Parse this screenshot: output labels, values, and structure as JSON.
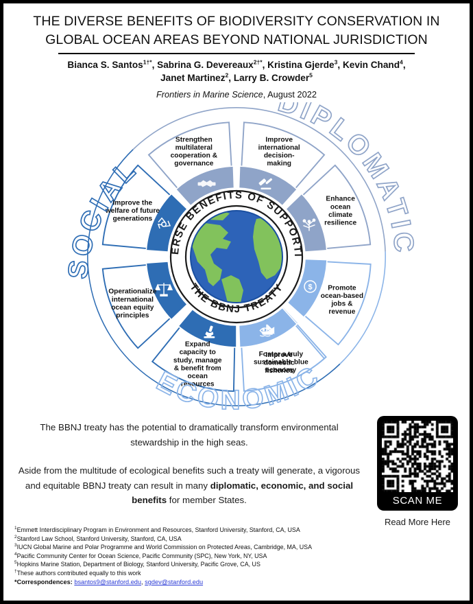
{
  "header": {
    "title_line1": "THE DIVERSE BENEFITS OF BIODIVERSITY CONSERVATION IN",
    "title_line2": "GLOBAL OCEAN AREAS BEYOND NATIONAL JURISDICTION",
    "authors_line1_html": "Bianca S. Santos<sup>1†*</sup>, Sabrina G. Devereaux<sup>2†*</sup>, Kristina Gjerde<sup>3</sup>, Kevin Chand<sup>4</sup>,",
    "authors_line2_html": "Janet Martinez<sup>2</sup>, Larry B. Crowder<sup>5</sup>",
    "journal_html": "<i>Frontiers in Marine Science</i>, August 2022"
  },
  "wheel": {
    "center_ring_top": "DIVERSE BENEFITS OF SUPPORTING",
    "center_ring_bottom": "THE BBNJ TREATY",
    "groups": [
      {
        "name": "SOCIAL",
        "label": "SOCIAL",
        "color": "#2E6DB4"
      },
      {
        "name": "DIPLOMATIC",
        "label": "DIPLOMATIC",
        "color": "#8FA4C8"
      },
      {
        "name": "ECONOMIC",
        "label": "ECONOMIC",
        "color": "#8BB4E8"
      }
    ],
    "segments": [
      {
        "group": "SOCIAL",
        "icon": "recycle-icon",
        "lines": [
          "Improve the",
          "welfare of future",
          "generations"
        ]
      },
      {
        "group": "SOCIAL",
        "icon": "scales-icon",
        "lines": [
          "Operationalize",
          "international",
          "ocean equity",
          "principles"
        ]
      },
      {
        "group": "SOCIAL",
        "icon": "microscope-icon",
        "lines": [
          "Expand",
          "capacity to",
          "study, manage",
          "& benefit from",
          "ocean",
          "resources"
        ]
      },
      {
        "group": "DIPLOMATIC",
        "icon": "handshake-icon",
        "lines": [
          "Strengthen",
          "multilateral",
          "cooperation &",
          "governance"
        ]
      },
      {
        "group": "DIPLOMATIC",
        "icon": "gavel-icon",
        "lines": [
          "Improve",
          "international",
          "decision-",
          "making"
        ]
      },
      {
        "group": "DIPLOMATIC",
        "icon": "coral-icon",
        "lines": [
          "Enhance",
          "ocean",
          "climate",
          "resilience"
        ]
      },
      {
        "group": "ECONOMIC",
        "icon": "dollar-coin-icon",
        "lines": [
          "Promote",
          "ocean-based",
          "jobs &",
          "revenue"
        ]
      },
      {
        "group": "ECONOMIC",
        "icon": "fishing-boat-icon",
        "lines": [
          "Foster a truly",
          "sustainable blue",
          "economy"
        ]
      },
      {
        "group": "ECONOMIC",
        "icon": "fish-icon",
        "lines": [
          "Improve",
          "domestic",
          "fisheries"
        ]
      }
    ]
  },
  "body": {
    "paragraph1": "The BBNJ treaty has the potential to dramatically transform environmental stewardship in the high seas.",
    "paragraph2_html": "Aside from the multitude of ecological benefits such a treaty will generate, a vigorous and equitable BBNJ treaty can result in many <b>diplomatic, economic, and social benefits</b> for member States."
  },
  "qr": {
    "scan_label": "SCAN ME",
    "caption": "Read More Here"
  },
  "footnotes": {
    "items_html": [
      "<sup>1</sup>Emmett Interdisciplinary Program in Environment and Resources, Stanford University, Stanford, CA, USA",
      "<sup>2</sup>Stanford Law School, Stanford University, Stanford, CA, USA",
      "<sup>3</sup>IUCN Global Marine and Polar Programme and World Commission on Protected Areas, Cambridge, MA, USA",
      "<sup>4</sup>Pacific Community Center for Ocean Science, Pacific Community (SPC), New York, NY, USA",
      "<sup>5</sup>Hopkins Marine Station, Department of Biology, Stanford University, Pacific Grove, CA, US",
      "<sup>†</sup>These authors contributed equally to this work"
    ],
    "correspondence_label": "*Correspondences:",
    "emails": [
      "bsantos9@stanford.edu",
      "sgdev@stanford.edu"
    ]
  },
  "colors": {
    "social": "#2E6DB4",
    "diplomatic": "#8FA4C8",
    "economic": "#8BB4E8",
    "globe_ocean": "#2D63B8",
    "globe_land": "#82C25C",
    "link": "#2b3bd6"
  }
}
